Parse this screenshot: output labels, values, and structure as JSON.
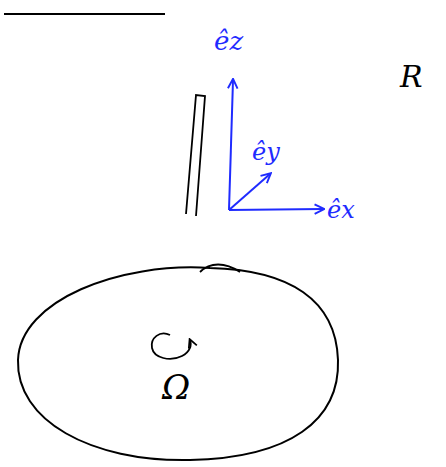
{
  "diagram": {
    "labels": [
      "êz",
      "êy",
      "êx",
      "Ω",
      "R"
    ]
  }
}
